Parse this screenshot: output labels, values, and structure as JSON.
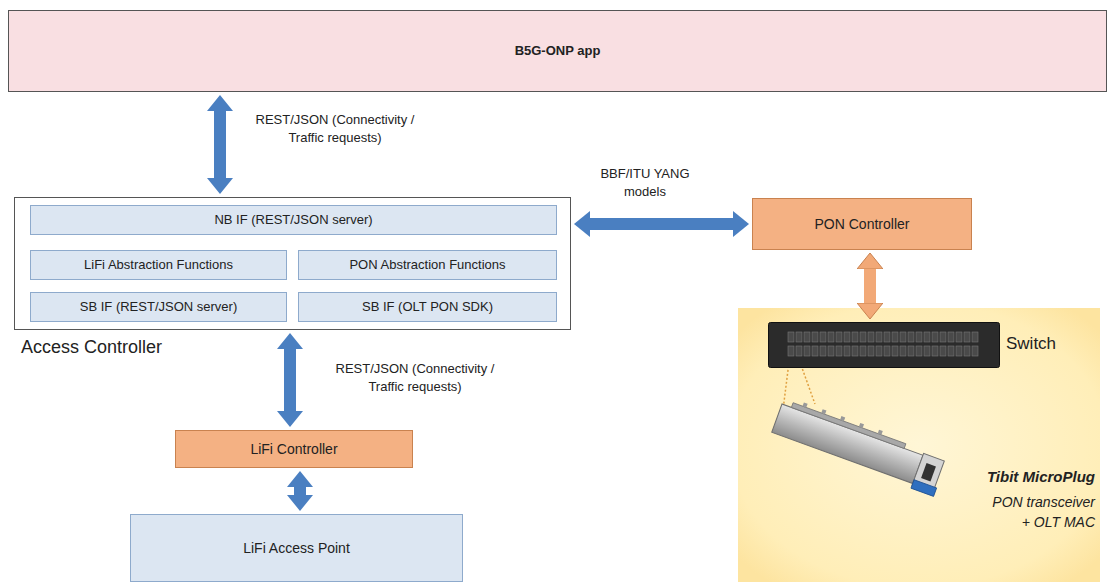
{
  "diagram": {
    "nodes": [
      {
        "text": [
          "B5G-ONP app"
        ]
      },
      {
        "text": [
          "Access Controller"
        ]
      },
      {
        "text": [
          "NB IF (REST/JSON server)"
        ],
        "in": 1
      },
      {
        "text": [
          "LiFi Abstraction Functions"
        ],
        "in": 1
      },
      {
        "text": [
          "PON Abstraction Functions"
        ],
        "in": 1
      },
      {
        "text": [
          "SB IF (REST/JSON server)"
        ],
        "in": 1
      },
      {
        "text": [
          "SB IF (OLT PON SDK)"
        ],
        "in": 1
      },
      {
        "text": [
          "PON Controller"
        ]
      },
      {
        "text": [
          "Switch"
        ]
      },
      {
        "text": [
          "LiFi Controller"
        ]
      },
      {
        "text": [
          "LiFi Access Point"
        ]
      }
    ],
    "edges": [
      {
        "from": 0,
        "to": 1,
        "arrow": "both",
        "label": "REST/JSON (Connectivity / Traffic requests)"
      },
      {
        "from": 1,
        "to": 7,
        "arrow": "both",
        "label": "BBF/ITU YANG models"
      },
      {
        "from": 1,
        "to": 9,
        "arrow": "both",
        "label": "REST/JSON (Connectivity / Traffic requests)"
      },
      {
        "from": 9,
        "to": 10,
        "arrow": "both"
      },
      {
        "from": 7,
        "to": 8,
        "arrow": "both"
      }
    ],
    "labels": [
      "Tibit MicroPlug",
      "PON transceiver",
      "+ OLT MAC"
    ]
  }
}
